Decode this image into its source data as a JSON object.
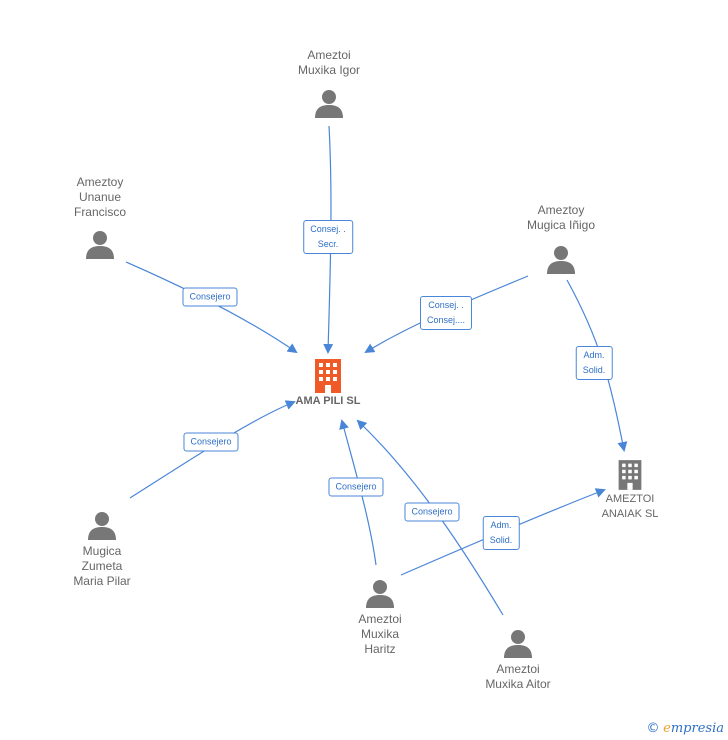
{
  "colors": {
    "edge": "#4a86d8",
    "person": "#777777",
    "company_main": "#f05a28",
    "company": "#777777"
  },
  "nodes": {
    "ama_pili": {
      "label": "AMA PILI  SL",
      "icon": "building-icon"
    },
    "ameztoi_anaiak": {
      "label": "AMEZTOI\nANAIAK SL",
      "icon": "building-icon"
    },
    "muxika_igor": {
      "label": "Ameztoi\nMuxika Igor",
      "icon": "person-icon"
    },
    "ameztoy_unanue": {
      "label": "Ameztoy\nUnanue\nFrancisco",
      "icon": "person-icon"
    },
    "mugica_inigo": {
      "label": "Ameztoy\nMugica Iñigo",
      "icon": "person-icon"
    },
    "mugica_zumeta": {
      "label": "Mugica\nZumeta\nMaria Pilar",
      "icon": "person-icon"
    },
    "muxika_haritz": {
      "label": "Ameztoi\nMuxika\nHaritz",
      "icon": "person-icon"
    },
    "muxika_aitor": {
      "label": "Ameztoi\nMuxika Aitor",
      "icon": "person-icon"
    }
  },
  "edges": {
    "igor": "Consej. .\nSecr.",
    "francisco": "Consejero",
    "inigo_ama": "Consej. .\nConsej....",
    "inigo_anaiak": "Adm.\nSolid.",
    "pilar": "Consejero",
    "haritz_ama": "Consejero",
    "aitor": "Consejero",
    "haritz_anaiak": "Adm.\nSolid."
  },
  "footer": {
    "copyright": "©",
    "brand_initial": "e",
    "brand_rest": "mpresia"
  }
}
